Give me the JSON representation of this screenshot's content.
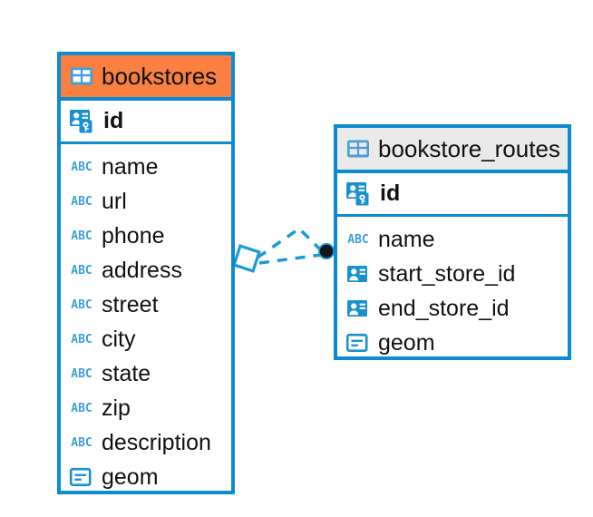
{
  "diagram": {
    "type": "entity-relationship-diagram",
    "colors": {
      "border_blue": "#0d8bd1",
      "header_orange": "#f98040",
      "header_gray": "#eaeaea",
      "icon_blue": "#3d9fdb",
      "text": "#111111",
      "relation_line": "#1b9ad6",
      "relation_endpoint": "#111111"
    },
    "entities": [
      {
        "name": "bookstores",
        "header_style": "orange",
        "table_icon": "table-icon",
        "primary_key": {
          "label": "id",
          "icon": "primary-key-icon"
        },
        "fields": [
          {
            "label": "name",
            "icon": "abc-icon",
            "icon_text": "ABC"
          },
          {
            "label": "url",
            "icon": "abc-icon",
            "icon_text": "ABC"
          },
          {
            "label": "phone",
            "icon": "abc-icon",
            "icon_text": "ABC"
          },
          {
            "label": "address",
            "icon": "abc-icon",
            "icon_text": "ABC"
          },
          {
            "label": "street",
            "icon": "abc-icon",
            "icon_text": "ABC"
          },
          {
            "label": "city",
            "icon": "abc-icon",
            "icon_text": "ABC"
          },
          {
            "label": "state",
            "icon": "abc-icon",
            "icon_text": "ABC"
          },
          {
            "label": "zip",
            "icon": "abc-icon",
            "icon_text": "ABC"
          },
          {
            "label": "description",
            "icon": "abc-icon",
            "icon_text": "ABC"
          },
          {
            "label": "geom",
            "icon": "geometry-icon",
            "icon_text": ""
          }
        ]
      },
      {
        "name": "bookstore_routes",
        "header_style": "gray",
        "table_icon": "table-icon",
        "primary_key": {
          "label": "id",
          "icon": "primary-key-icon"
        },
        "fields": [
          {
            "label": "name",
            "icon": "abc-icon",
            "icon_text": "ABC"
          },
          {
            "label": "start_store_id",
            "icon": "foreign-key-icon",
            "icon_text": ""
          },
          {
            "label": "end_store_id",
            "icon": "foreign-key-icon",
            "icon_text": ""
          },
          {
            "label": "geom",
            "icon": "geometry-icon",
            "icon_text": ""
          }
        ]
      }
    ],
    "relationship": {
      "style": "dashed",
      "source_marker": "diamond-outline",
      "target_marker": "filled-circle"
    }
  }
}
